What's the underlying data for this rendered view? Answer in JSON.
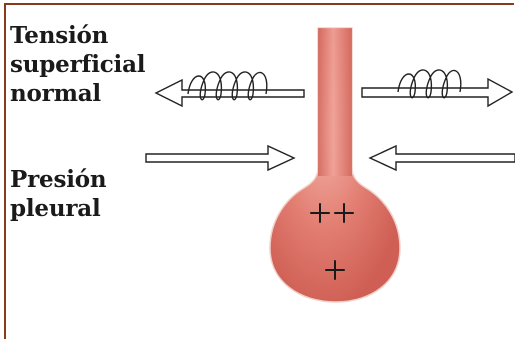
{
  "labels": {
    "tension": [
      "Tensión",
      "superficial",
      "normal"
    ],
    "pressure": [
      "Presión",
      "pleural"
    ]
  },
  "signs": {
    "upper": "++",
    "lower": "+"
  },
  "colors": {
    "frame": "#8a3a1c",
    "alveolus_fill": "#e0786c",
    "alveolus_highlight": "#f2aaa0",
    "alveolus_edge": "#c95d52",
    "arrow_stroke": "#222222",
    "text": "#1a1a1a"
  },
  "icons": {
    "spring": "coil-spring-icon",
    "arrow": "hollow-arrow-icon"
  }
}
